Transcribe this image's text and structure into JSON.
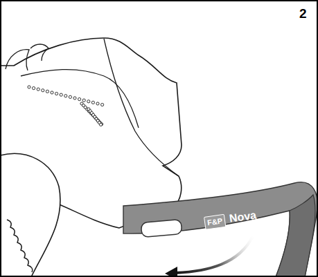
{
  "diagram": {
    "labels": [
      "2",
      "F&P",
      "Nova"
    ]
  }
}
